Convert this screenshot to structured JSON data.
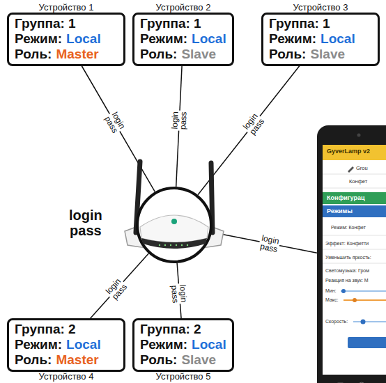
{
  "diagram": {
    "nodes": [
      {
        "text": [
          "Устройство 1",
          "Группа: 1",
          "Режим:",
          "Local",
          "Роль:",
          "Master"
        ]
      },
      {
        "text": [
          "Устройство 2",
          "Группа: 1",
          "Режим:",
          "Local",
          "Роль:",
          "Slave"
        ]
      },
      {
        "text": [
          "Устройство 3",
          "Группа: 1",
          "Режим:",
          "Local",
          "Роль:",
          "Slave"
        ]
      },
      {
        "text": [
          "login pass"
        ]
      },
      {
        "text": [
          "GyverLamp v2",
          "Grou",
          "Конфет",
          "Конфигурац",
          "Режимы",
          "Режим: Конфет",
          "Эффект: Конфетти",
          "Уменьшить яркость:",
          "Светомузыка: Гром",
          "Реакция на звук: М",
          "Мин:",
          "Макс:",
          "Скорость:"
        ]
      },
      {
        "text": [
          "Устройство 4",
          "Группа: 2",
          "Режим:",
          "Local",
          "Роль:",
          "Master"
        ]
      },
      {
        "text": [
          "Устройство 5",
          "Группа: 2",
          "Режим:",
          "Local",
          "Роль:",
          "Slave"
        ]
      }
    ],
    "edges": [
      {
        "from": 0,
        "to": 3,
        "label": "login pass",
        "arrow": "none"
      },
      {
        "from": 1,
        "to": 3,
        "label": "login pass",
        "arrow": "none"
      },
      {
        "from": 2,
        "to": 3,
        "label": "login pass",
        "arrow": "none"
      },
      {
        "from": 4,
        "to": 3,
        "label": "login pass",
        "arrow": "none"
      },
      {
        "from": 5,
        "to": 3,
        "label": "login pass",
        "arrow": "none"
      },
      {
        "from": 6,
        "to": 3,
        "label": "login pass",
        "arrow": "none"
      }
    ]
  }
}
